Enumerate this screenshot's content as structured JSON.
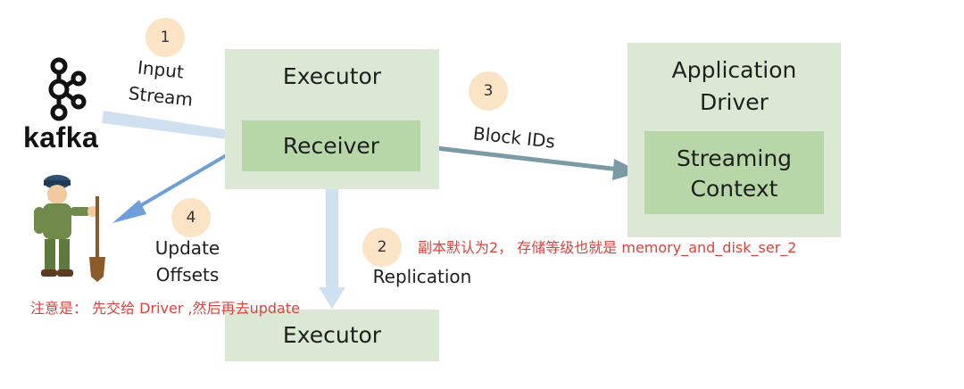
{
  "kafka": {
    "label": "kafka",
    "icon": "kafka-logo-icon"
  },
  "executor_top": {
    "title": "Executor",
    "receiver": "Receiver"
  },
  "executor_bottom": {
    "title": "Executor"
  },
  "driver": {
    "title_line1": "Application",
    "title_line2": "Driver",
    "inner_line1": "Streaming",
    "inner_line2": "Context"
  },
  "steps": [
    {
      "number": "1",
      "label_line1": "Input",
      "label_line2": "Stream"
    },
    {
      "number": "2",
      "label_line1": "Replication"
    },
    {
      "number": "3",
      "label_line1": "Block IDs"
    },
    {
      "number": "4",
      "label_line1": "Update",
      "label_line2": "Offsets"
    }
  ],
  "notes": {
    "replication": "副本默认为2， 存储等级也就是 memory_and_disk_ser_2",
    "update": "注意是： 先交给 Driver ,然后再去update"
  },
  "colors": {
    "outer_box": "#dbe9d4",
    "inner_box": "#b7d7a8",
    "step_circle": "#fbe3c5",
    "note_text": "#e0403a",
    "arrow_input": "#cfe0f1",
    "arrow_update": "#6f9fd8",
    "arrow_block": "#7a9aa6"
  }
}
